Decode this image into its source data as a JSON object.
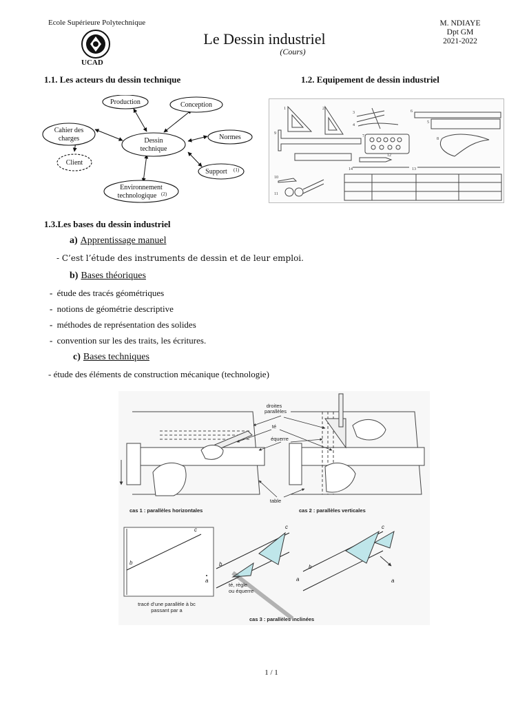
{
  "header": {
    "school": "Ecole Supérieure Polytechnique",
    "title": "Le Dessin industriel",
    "subtitle": "(Cours)",
    "author_lines": [
      "M. NDIAYE",
      "Dpt GM",
      "2021-2022"
    ],
    "logo_text": "UCAD"
  },
  "section_1_1": {
    "heading": "1.1. Les acteurs du dessin technique",
    "diagram": {
      "center": [
        "Dessin",
        "technique"
      ],
      "nodes": {
        "production": "Production",
        "conception": "Conception",
        "cahier": [
          "Cahier des",
          "charges"
        ],
        "normes": "Normes",
        "client": "Client",
        "support": "Support",
        "support_note": "(1)",
        "environnement": [
          "Environnement",
          "technologique"
        ],
        "environnement_note": "(2)"
      }
    }
  },
  "section_1_2": {
    "heading": "1.2.  Equipement de dessin industriel",
    "figure_numbers": [
      "1",
      "2",
      "3",
      "4",
      "5",
      "6",
      "7",
      "8",
      "9",
      "10",
      "11",
      "12",
      "13",
      "14"
    ]
  },
  "section_1_3": {
    "heading": "1.3.Les bases du dessin industriel",
    "a_letter": "a)",
    "a_label": "Apprentissage manuel",
    "a_text": "- C’est l’étude des instruments de dessin et de leur emploi.",
    "b_letter": "b)",
    "b_label": "Bases théoriques",
    "b_items": [
      "étude des tracés géométriques",
      "notions de géométrie descriptive",
      "méthodes de représentation des solides",
      "convention sur les des traits, les écritures."
    ],
    "c_letter": "c)",
    "c_label": "Bases techniques",
    "c_text": "- étude des éléments de construction mécanique (technologie)"
  },
  "figure": {
    "labels": {
      "droites": "droites",
      "paralleles": "parallèles",
      "te": "té",
      "equerre": "équerre",
      "table": "table",
      "cas1": "cas 1 : parallèles horizontales",
      "cas2": "cas 2 : parallèles verticales",
      "cas3": "cas 3 : parallèles inclinées",
      "trace1": "tracé d’une parallèle à bc",
      "trace2": "passant par a",
      "te_regle1": "té, règle",
      "te_regle2": "ou équerre",
      "b": "b",
      "c": "c",
      "a": "a"
    }
  },
  "footer": {
    "page": "1 / 1"
  },
  "colors": {
    "triangle_fill": "#bfe6ea",
    "ink": "#111111"
  }
}
